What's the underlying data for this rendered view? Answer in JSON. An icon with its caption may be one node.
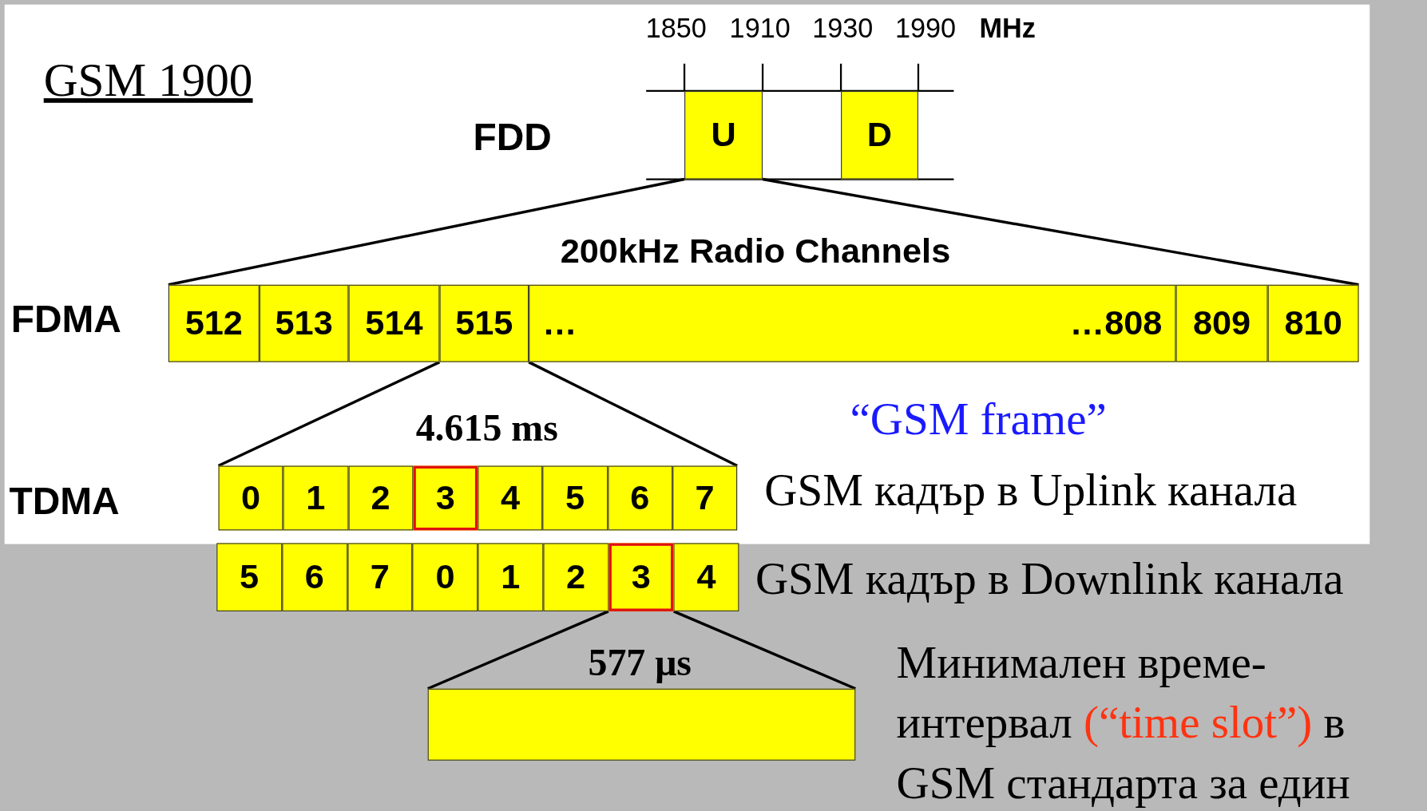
{
  "diagram": {
    "title": "GSM 1900",
    "nodes": [
      {
        "text": [
          "U"
        ]
      },
      {
        "text": [
          "D"
        ]
      },
      {
        "text": [
          "512"
        ]
      },
      {
        "text": [
          "513"
        ]
      },
      {
        "text": [
          "514"
        ]
      },
      {
        "text": [
          "515"
        ]
      },
      {
        "text": [
          "…",
          "…808"
        ]
      },
      {
        "text": [
          "809"
        ]
      },
      {
        "text": [
          "810"
        ]
      },
      {
        "text": [
          "0"
        ]
      },
      {
        "text": [
          "1"
        ]
      },
      {
        "text": [
          "2"
        ]
      },
      {
        "text": [
          "3"
        ]
      },
      {
        "text": [
          "4"
        ]
      },
      {
        "text": [
          "5"
        ]
      },
      {
        "text": [
          "6"
        ]
      },
      {
        "text": [
          "7"
        ]
      },
      {
        "text": [
          "5"
        ]
      },
      {
        "text": [
          "6"
        ]
      },
      {
        "text": [
          "7"
        ]
      },
      {
        "text": [
          "0"
        ]
      },
      {
        "text": [
          "1"
        ]
      },
      {
        "text": [
          "2"
        ]
      },
      {
        "text": [
          "3"
        ]
      },
      {
        "text": [
          "4"
        ]
      },
      {
        "text": [],
        "shape": "box"
      }
    ],
    "edges": [
      {
        "from": 0,
        "to": 2,
        "arrow": "none"
      },
      {
        "from": 0,
        "to": 8,
        "arrow": "none"
      },
      {
        "from": 5,
        "to": 9,
        "arrow": "none"
      },
      {
        "from": 5,
        "to": 16,
        "arrow": "none"
      },
      {
        "from": 23,
        "to": 25,
        "arrow": "none"
      },
      {
        "from": 23,
        "to": 25,
        "arrow": "none"
      }
    ],
    "labels": [
      "1850",
      "1910",
      "1930",
      "1990",
      "MHz",
      "FDD",
      "200kHz Radio Channels",
      "FDMA",
      "4.615 ms",
      "“GSM frame”",
      "TDMA",
      "GSM кадър в Uplink канала",
      "GSM кадър в Downlink канала",
      "577 μs",
      "Минимален време-интервал",
      "(“time slot”)",
      "в",
      "GSM стандарта за един"
    ]
  }
}
